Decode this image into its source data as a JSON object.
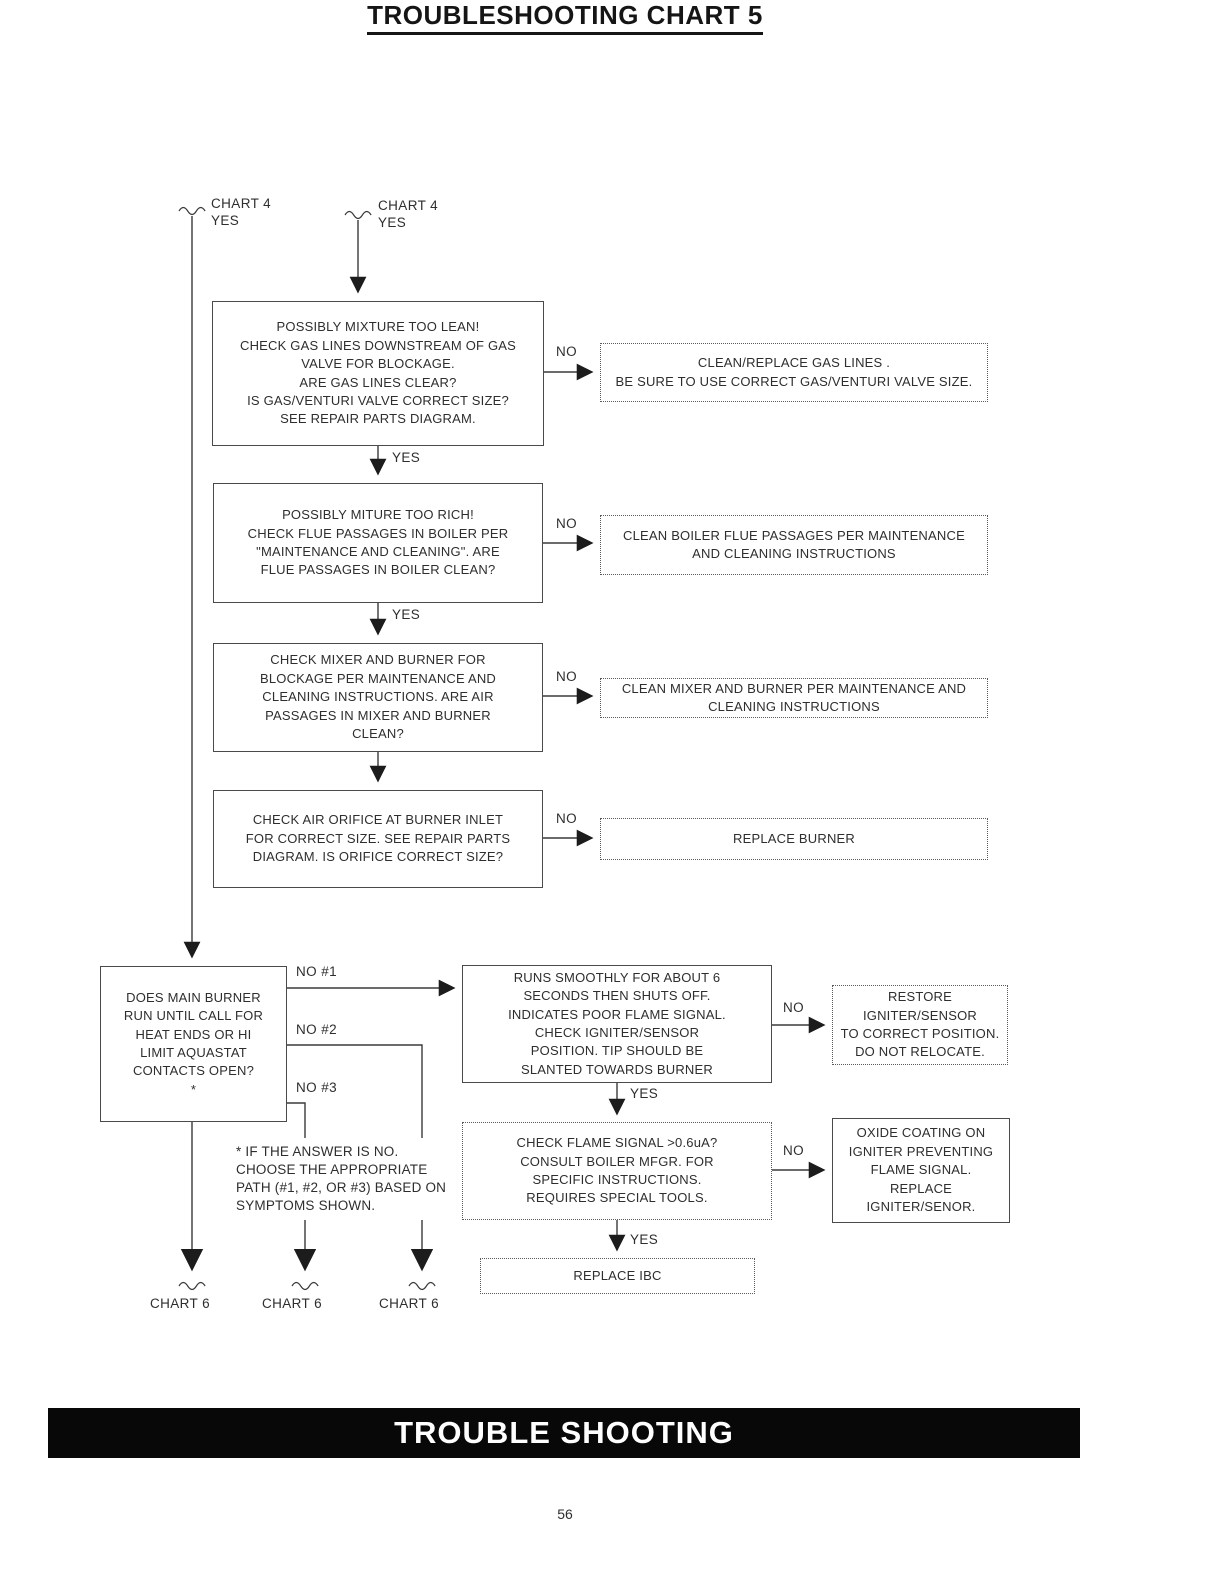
{
  "title": "TROUBLESHOOTING CHART 5",
  "entries": {
    "left": "CHART 4\nYES",
    "right": "CHART 4\nYES"
  },
  "nodes": {
    "lean": "POSSIBLY MIXTURE TOO LEAN!\nCHECK GAS LINES DOWNSTREAM OF GAS\nVALVE FOR BLOCKAGE.\nARE GAS LINES CLEAR?\nIS GAS/VENTURI VALVE CORRECT SIZE?\nSEE REPAIR PARTS DIAGRAM.",
    "clean_gas": "CLEAN/REPLACE GAS LINES .\nBE SURE TO USE CORRECT GAS/VENTURI VALVE SIZE.",
    "rich": "POSSIBLY MITURE TOO RICH!\nCHECK FLUE PASSAGES IN BOILER PER\n\"MAINTENANCE AND CLEANING\". ARE\nFLUE PASSAGES IN BOILER CLEAN?",
    "clean_flue": "CLEAN BOILER FLUE PASSAGES PER MAINTENANCE\nAND CLEANING INSTRUCTIONS",
    "mixer": "CHECK MIXER AND BURNER FOR\nBLOCKAGE PER MAINTENANCE AND\nCLEANING INSTRUCTIONS. ARE AIR\nPASSAGES IN MIXER AND BURNER\nCLEAN?",
    "clean_mixer": "CLEAN MIXER AND BURNER PER MAINTENANCE AND\nCLEANING INSTRUCTIONS",
    "orifice": "CHECK AIR ORIFICE AT BURNER INLET\nFOR CORRECT SIZE. SEE REPAIR PARTS\nDIAGRAM. IS ORIFICE CORRECT SIZE?",
    "replace_burner": "REPLACE BURNER",
    "main_burner": "DOES MAIN BURNER\nRUN UNTIL CALL FOR\nHEAT ENDS OR HI\nLIMIT AQUASTAT\nCONTACTS OPEN?\n*",
    "runs_smoothly": "RUNS SMOOTHLY FOR ABOUT 6\nSECONDS THEN SHUTS OFF.\nINDICATES POOR FLAME SIGNAL.\nCHECK IGNITER/SENSOR\nPOSITION. TIP SHOULD BE\nSLANTED TOWARDS BURNER",
    "restore": "RESTORE\nIGNITER/SENSOR\nTO CORRECT POSITION.\nDO NOT RELOCATE.",
    "flame_signal": "CHECK FLAME SIGNAL >0.6uA?\nCONSULT BOILER MFGR. FOR\nSPECIFIC INSTRUCTIONS.\nREQUIRES SPECIAL TOOLS.",
    "oxide": "OXIDE COATING ON\nIGNITER PREVENTING\nFLAME SIGNAL.\nREPLACE\nIGNITER/SENOR.",
    "replace_ibc": "REPLACE IBC",
    "footnote": "* IF THE ANSWER IS NO.\nCHOOSE THE APPROPRIATE\nPATH (#1, #2, OR #3) BASED ON\nSYMPTOMS SHOWN."
  },
  "labels": {
    "yes": "YES",
    "no": "NO",
    "no1": "NO #1",
    "no2": "NO #2",
    "no3": "NO #3",
    "chart6": "CHART 6"
  },
  "banner": "TROUBLE SHOOTING",
  "page_number": "56",
  "colors": {
    "ink": "#2e2e2e",
    "banner_bg": "#080808",
    "banner_text": "#ffffff"
  }
}
